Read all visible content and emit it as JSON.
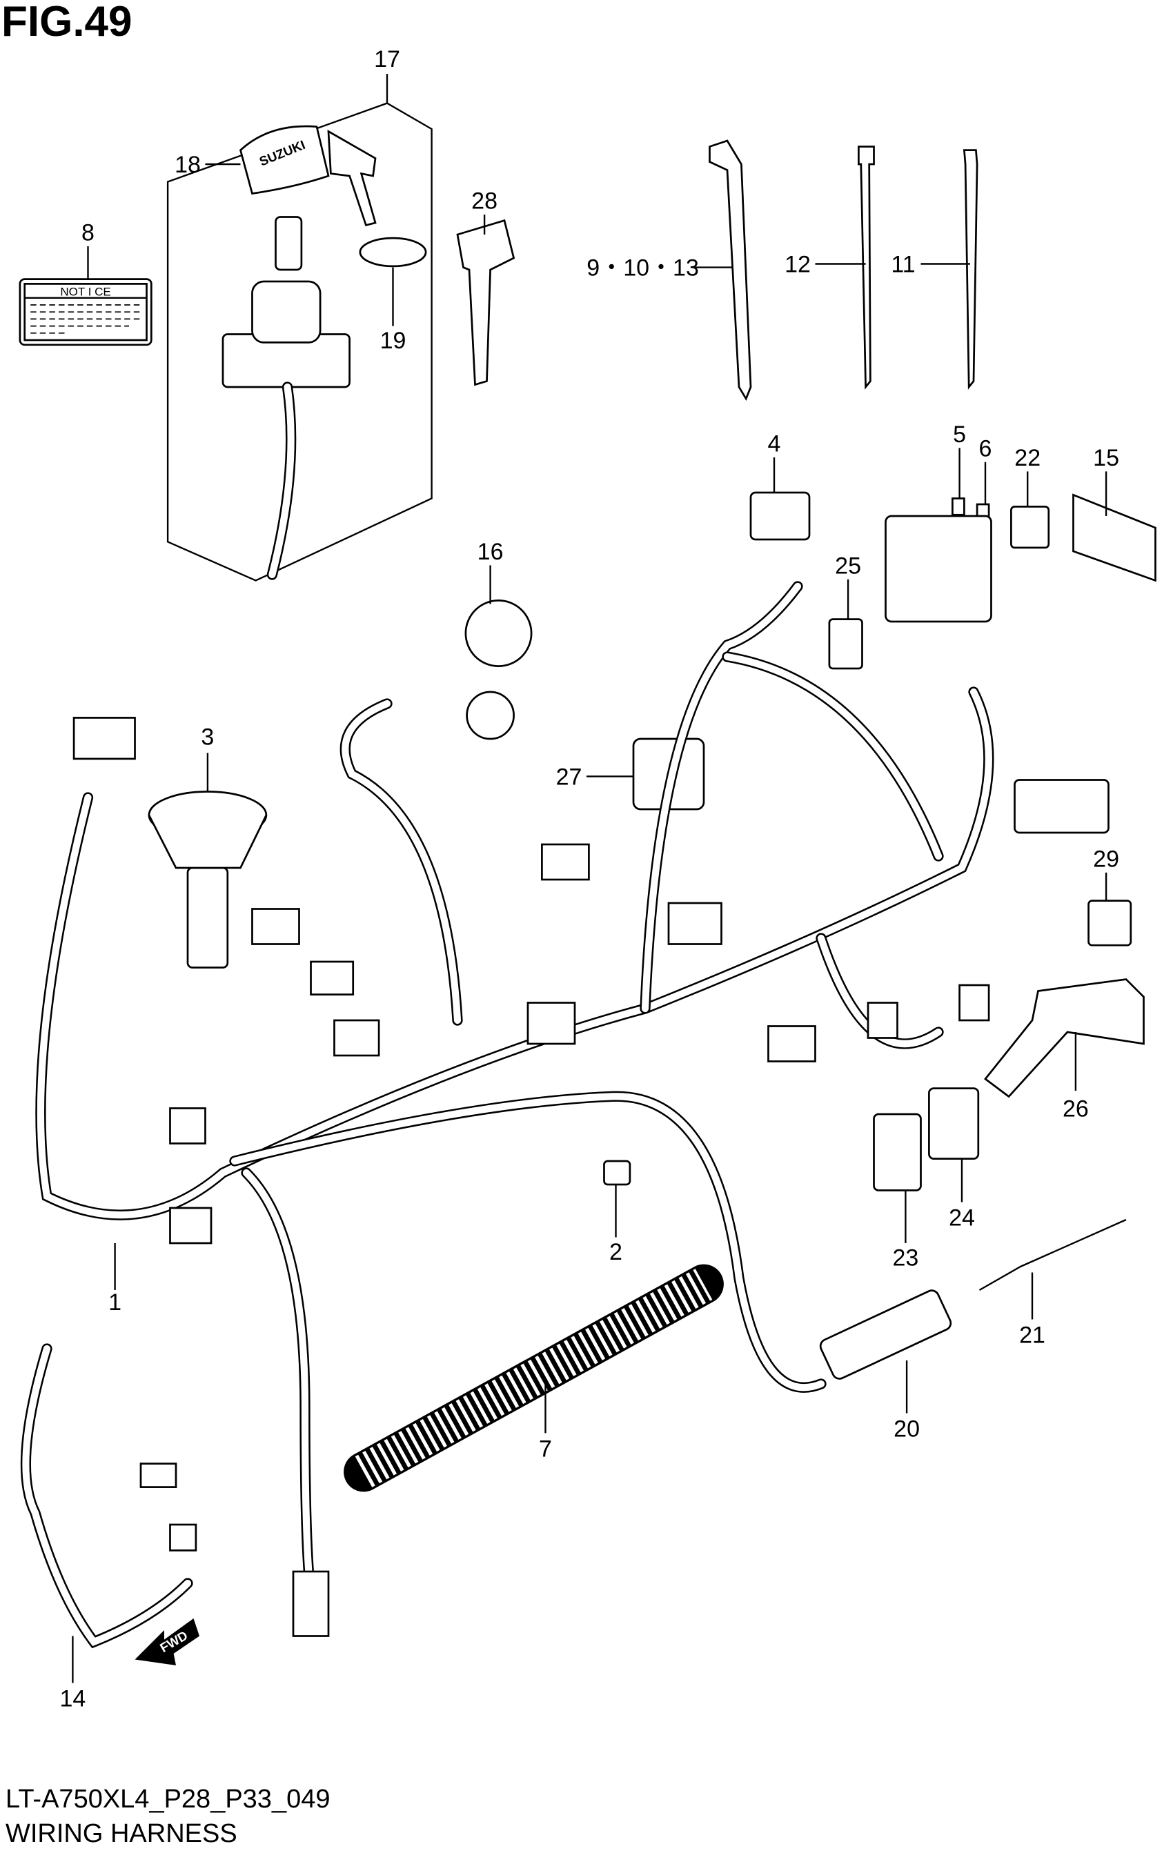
{
  "figure_title": "FIG.49",
  "diagram_code": "LT-A750XL4_P28_P33_049",
  "caption": "WIRING HARNESS",
  "notice_label_text": "NOT I CE",
  "key_brand_text": "SUZUKI",
  "fwd_arrow_text": "FWD",
  "callouts": [
    "17",
    "18",
    "8",
    "28",
    "19",
    "9・10・13",
    "12",
    "11",
    "4",
    "5",
    "6",
    "22",
    "15",
    "16",
    "25",
    "3",
    "27",
    "29",
    "26",
    "2",
    "1",
    "23",
    "24",
    "21",
    "20",
    "7",
    "14"
  ]
}
